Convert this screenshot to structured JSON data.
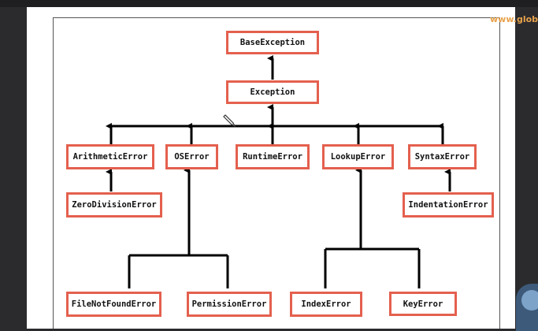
{
  "watermark": "www.globa",
  "nodes": {
    "base_exception": "BaseException",
    "exception": "Exception",
    "arithmetic_error": "ArithmeticError",
    "os_error": "OSError",
    "runtime_error": "RuntimeError",
    "lookup_error": "LookupError",
    "syntax_error": "SyntaxError",
    "zero_division_error": "ZeroDivisionError",
    "indentation_error": "IndentationError",
    "file_not_found_error": "FileNotFoundError",
    "permission_error": "PermissionError",
    "index_error": "IndexError",
    "key_error": "KeyError"
  },
  "colors": {
    "node_border": "#e4604e",
    "line": "#000000",
    "page": "#ffffff",
    "background": "#2b2b2e"
  },
  "icons": [
    "pencil-cursor-icon",
    "presenter-avatar"
  ]
}
